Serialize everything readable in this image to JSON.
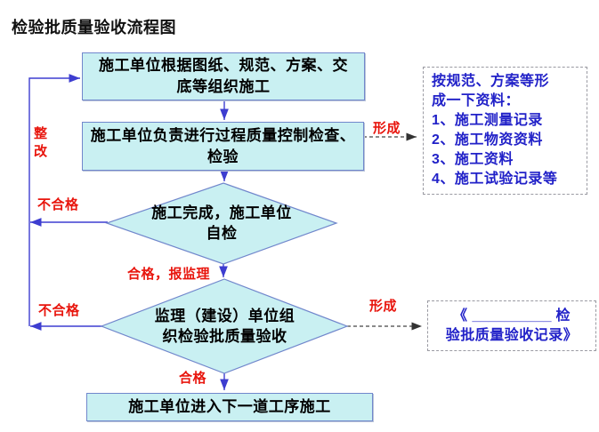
{
  "title": "检验批质量验收流程图",
  "boxes": {
    "organize": {
      "lines": [
        "施工单位根据图纸、规范、方案、交",
        "底等组织施工"
      ]
    },
    "process_check": {
      "lines": [
        "施工单位负责进行过程质量控制检查、",
        "检验"
      ]
    },
    "next_step": {
      "label": "施工单位进入下一道工序施工"
    }
  },
  "decisions": {
    "self_check": {
      "lines": [
        "施工完成，施工单位",
        "自检"
      ]
    },
    "acceptance": {
      "lines": [
        "监理（建设）单位组",
        "织检验批质量验收"
      ]
    }
  },
  "labels": {
    "rectify": "整改",
    "fail_top": "不合格",
    "fail_bottom": "不合格",
    "pass_report": "合格，报监理",
    "pass": "合格",
    "form_top": "形成",
    "form_bottom": "形成"
  },
  "notes": {
    "materials": {
      "intro_lines": [
        "按规范、方案等形",
        "成一下资料："
      ],
      "items": [
        "1、施工测量记录",
        "2、施工物资资料",
        "3、施工资料",
        "4、施工试验记录等"
      ]
    },
    "record": {
      "open": "《",
      "blank": "__________",
      "line1_end": "检",
      "line2": "验批质量验收记录》"
    }
  },
  "colors": {
    "node_fill": "#c9f0f2",
    "node_border": "#7187cc",
    "flow_line": "#3d3dd0",
    "red_label": "#e8150d",
    "blue_text": "#2121c8",
    "dashed_line": "#444444"
  }
}
